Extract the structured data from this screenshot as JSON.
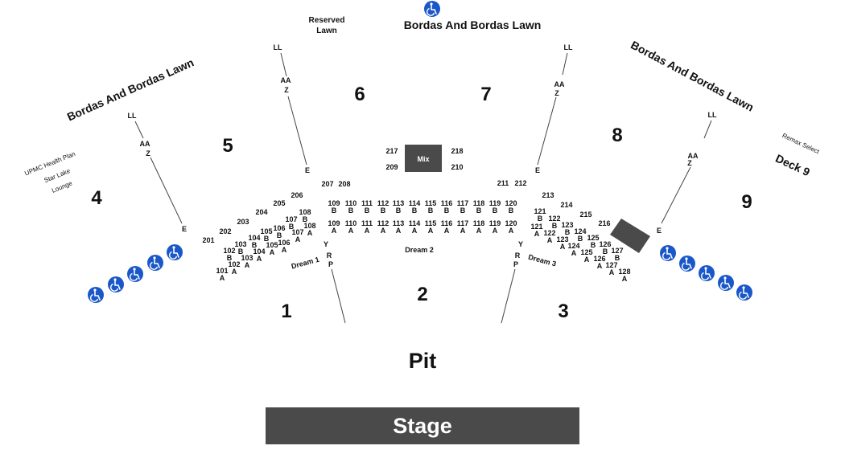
{
  "labels": {
    "reserved_lawn_1": "Reserved",
    "reserved_lawn_2": "Lawn",
    "lawn_top": "Bordas And Bordas Lawn",
    "lawn_left": "Bordas And Bordas Lawn",
    "lawn_right": "Bordas And Bordas Lawn",
    "upmc_1": "UPMC Health Plan",
    "upmc_2": "Star Lake",
    "upmc_3": "Lounge",
    "remax_1": "Remax Select",
    "remax_2": "Deck 9",
    "mix": "Mix",
    "dream1": "Dream 1",
    "dream2": "Dream 2",
    "dream3": "Dream 3",
    "pit": "Pit",
    "stage": "Stage"
  },
  "sections_big": [
    "1",
    "2",
    "3",
    "4",
    "5",
    "6",
    "7",
    "8",
    "9"
  ],
  "row_markers": [
    "LL",
    "AA",
    "Z",
    "E",
    "Y",
    "R",
    "P"
  ],
  "mix_sections": [
    "217",
    "218",
    "209",
    "210"
  ],
  "upper_sections": [
    "201",
    "202",
    "203",
    "204",
    "205",
    "206",
    "207",
    "208",
    "211",
    "212",
    "213",
    "214",
    "215",
    "216"
  ],
  "center_sections": [
    "109",
    "110",
    "111",
    "112",
    "113",
    "114",
    "115",
    "116",
    "117",
    "118",
    "119",
    "120"
  ],
  "left_sections": [
    "101",
    "102",
    "103",
    "104",
    "105",
    "106",
    "107",
    "108"
  ],
  "right_sections": [
    "121",
    "122",
    "123",
    "124",
    "125",
    "126",
    "127",
    "128"
  ],
  "row_letters": [
    "A",
    "B"
  ],
  "accessible": {
    "icon": "wheelchair-icon",
    "color": "#1a57c9",
    "count": 11
  },
  "colors": {
    "stage": "#4a4a4a",
    "mix": "#4a4a4a",
    "booth": "#555555",
    "ada": "#1a57c9"
  }
}
